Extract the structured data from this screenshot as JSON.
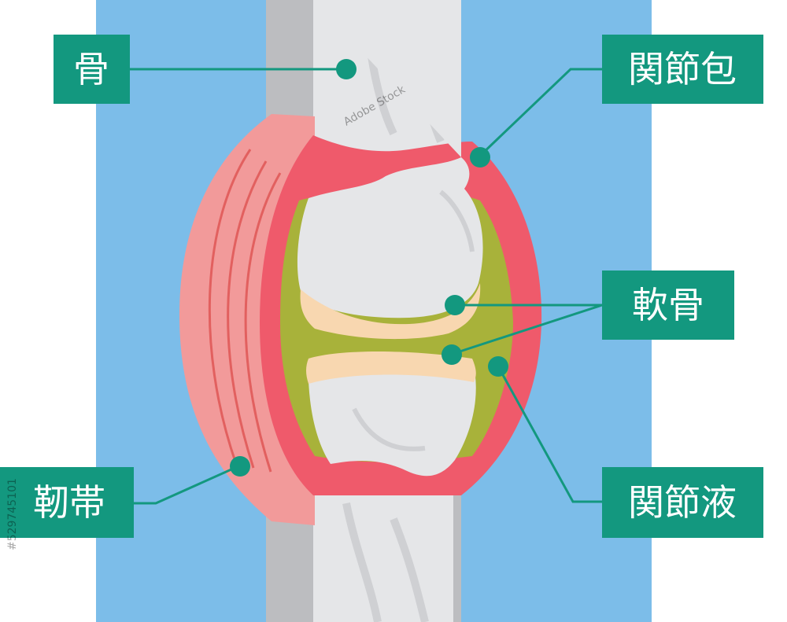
{
  "labels": {
    "bone": "骨",
    "capsule": "関節包",
    "cartilage": "軟骨",
    "ligament": "靭帯",
    "synovial_fluid": "関節液"
  },
  "watermark": {
    "brand": "Adobe Stock",
    "id": "#529745101"
  },
  "colors": {
    "background_blue": "#7cbde9",
    "bone": "#e5e6e8",
    "bone_shadow": "#bcbdc0",
    "capsule": "#ef5a6b",
    "ligament": "#f29a9a",
    "fluid": "#a8b23a",
    "cartilage": "#f8d7b0",
    "label_fill": "#13987f",
    "leader_line": "#13987f"
  }
}
